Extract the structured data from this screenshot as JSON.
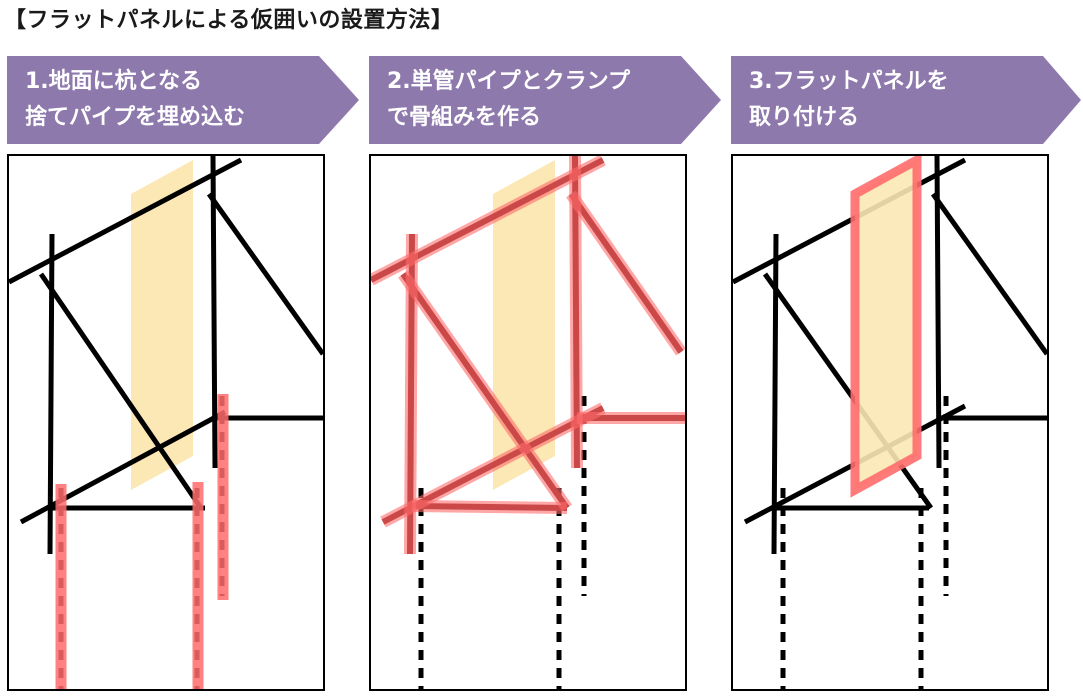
{
  "title": "【フラットパネルによる仮囲いの設置方法】",
  "steps": [
    {
      "line1": "1.地面に杭となる",
      "line2": "捨てパイプを埋め込む"
    },
    {
      "line1": "2.単管パイプとクランプ",
      "line2": "で骨組みを作る"
    },
    {
      "line1": "3.フラットパネルを",
      "line2": "取り付ける"
    }
  ],
  "colors": {
    "step_header": "#8e79ad",
    "panel_fill": "#fbe8b4",
    "highlight": "#ff6b6b",
    "highlight_dark": "#7a1414",
    "pipe": "#000000"
  }
}
